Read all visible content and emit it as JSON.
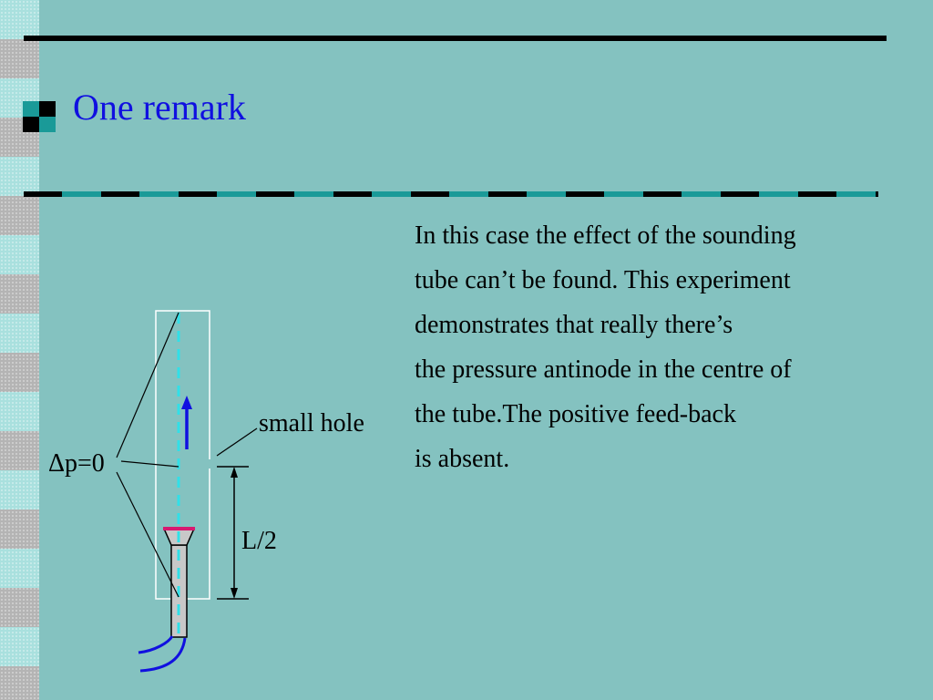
{
  "slide": {
    "title": "One remark",
    "body_lines": [
      "In this case the effect of the sounding",
      "tube can’t be found. This experiment",
      "demonstrates that really there’s",
      "the pressure antinode in the centre of",
      "the tube.The positive feed-back",
      "is absent."
    ]
  },
  "diagram": {
    "delta_p_label": "Δp=0",
    "small_hole_label": "small hole",
    "half_length_label": "L/2"
  },
  "colors": {
    "background": "#84c2c0",
    "title": "#1010e0",
    "arrow": "#1010e0",
    "axis_dashed": "#30e0e8",
    "cone_top": "#d81870"
  }
}
